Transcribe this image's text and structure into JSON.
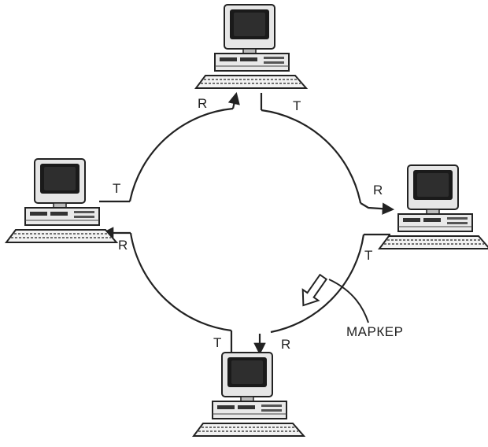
{
  "diagram": {
    "nodes": [
      {
        "id": "top",
        "label_in": "R",
        "label_out": "T"
      },
      {
        "id": "right",
        "label_in": "R",
        "label_out": "T"
      },
      {
        "id": "bottom",
        "label_in": "R",
        "label_out": "T"
      },
      {
        "id": "left",
        "label_in": "R",
        "label_out": "T"
      }
    ],
    "token_label": "МАРКЕР"
  }
}
